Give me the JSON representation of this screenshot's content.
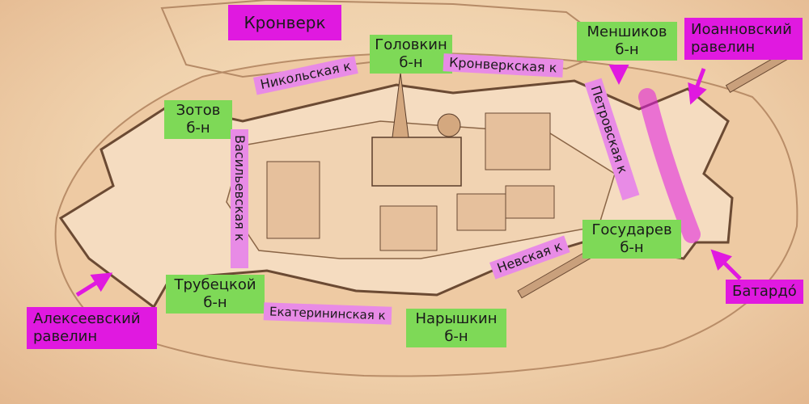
{
  "labels": {
    "kronverk": "Кронверк",
    "golovkin": "Головкин\nб-н",
    "menshikov": "Меншиков\nб-н",
    "ioannovsky": "Иоанновский\nравелин",
    "nikolskaya": "Никольская к",
    "kronverkskaya": "Кронверкская к",
    "zotov": "Зотов\nб-н",
    "petrovskaya": "Петровская к",
    "vasilevskaya": "Васильевская к",
    "gosudarev": "Государев\nб-н",
    "nevskaya": "Невская к",
    "trubetskoy": "Трубецкой\nб-н",
    "ekaterininskaya": "Екатерининская к",
    "naryshkin": "Нарышкин\nб-н",
    "alekseevsky": "Алексеевский\nравелин",
    "batardo": "Батардо́"
  },
  "colors": {
    "bastion_label": "#7ed957",
    "ravelin_label": "#e019e0",
    "curtain_label": "#e88be6",
    "arrow": "#e019e0"
  }
}
